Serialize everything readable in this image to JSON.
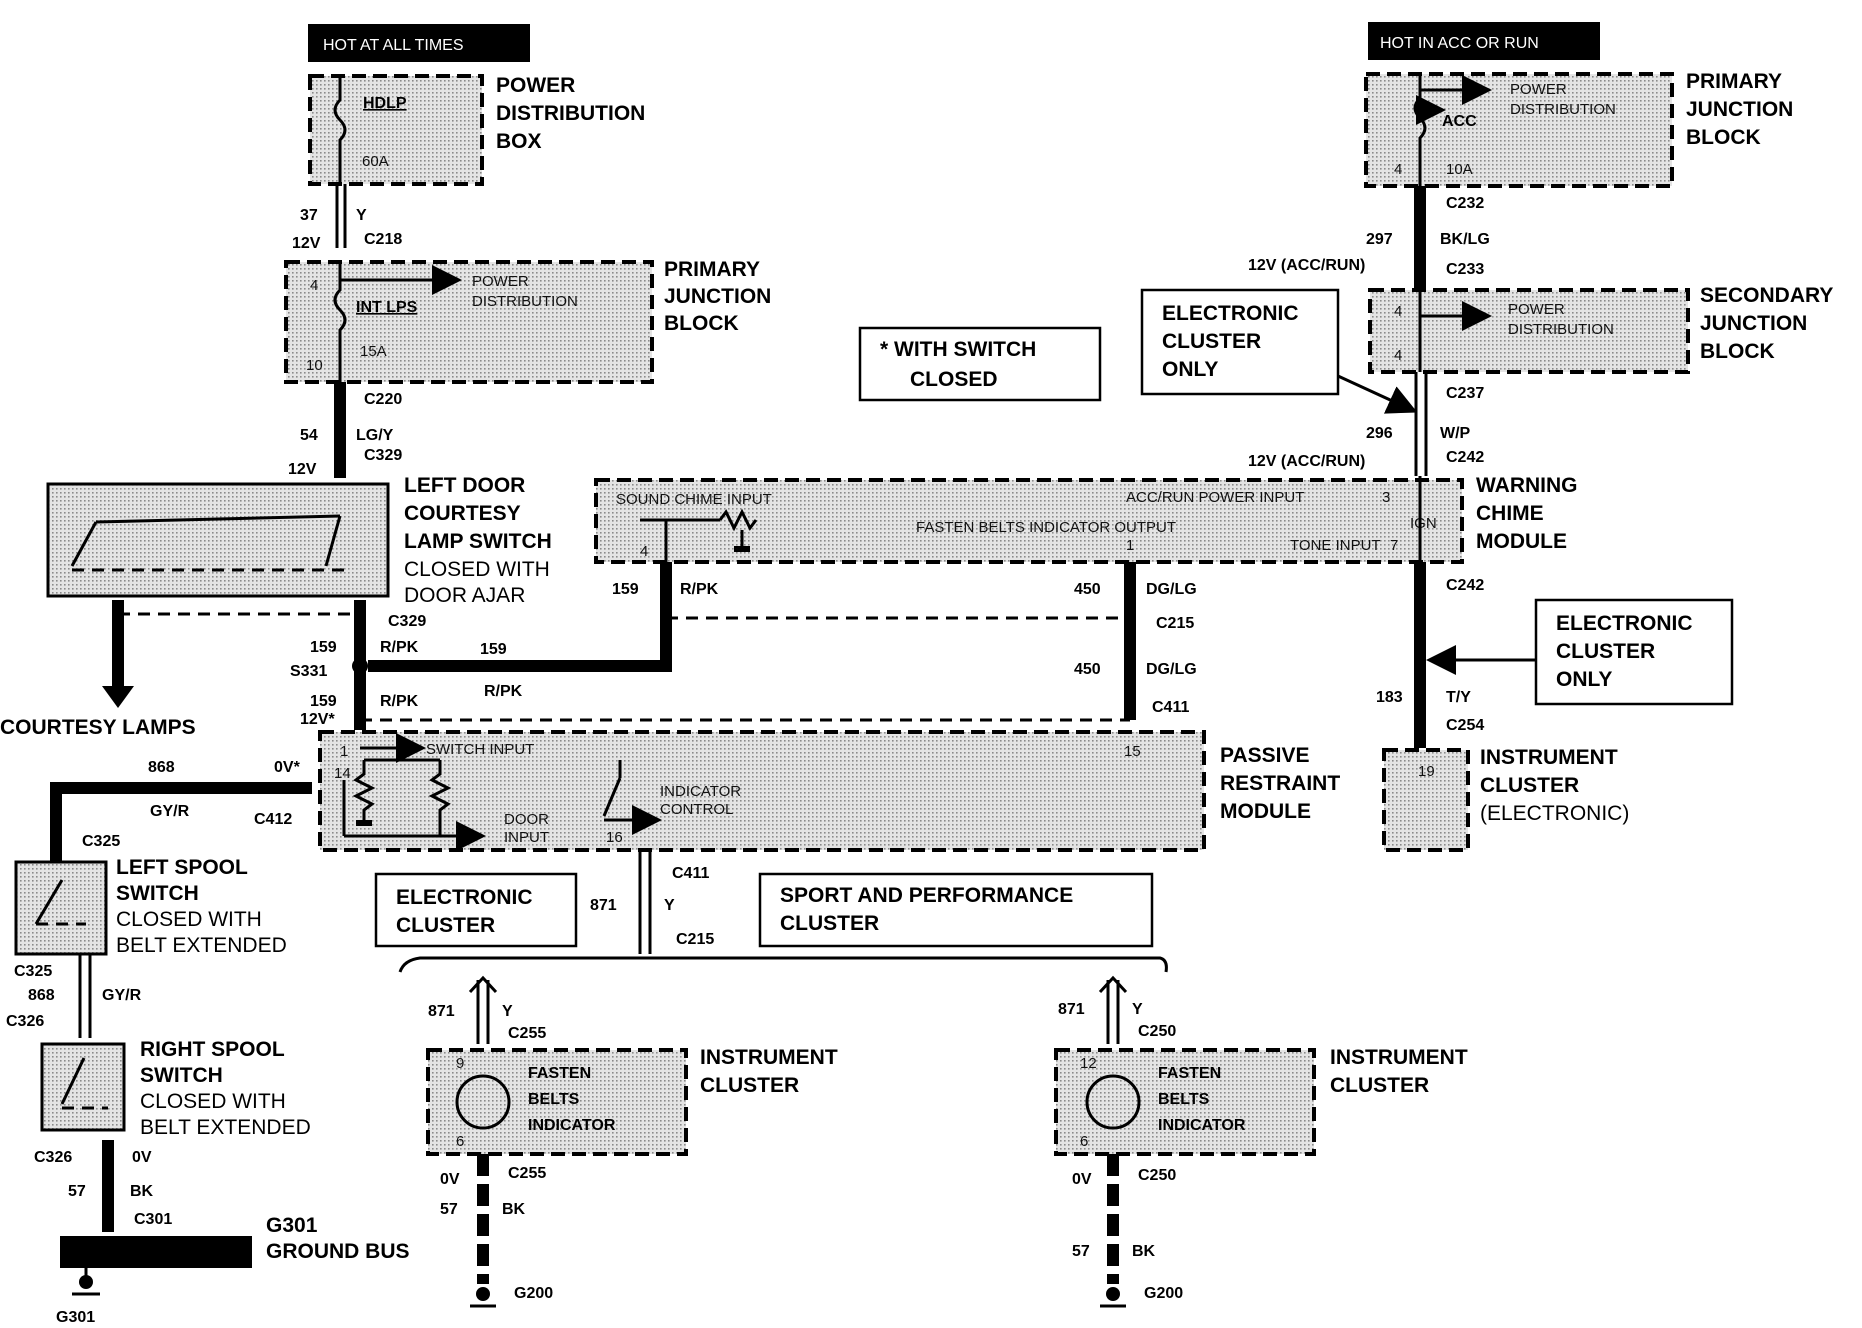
{
  "header_left": "HOT AT ALL TIMES",
  "header_right": "HOT IN ACC OR RUN",
  "pdb": {
    "title": [
      "POWER",
      "DISTRIBUTION",
      "BOX"
    ],
    "fuse": "HDLP",
    "amps": "60A"
  },
  "pjb_left": {
    "title": [
      "PRIMARY",
      "JUNCTION",
      "BLOCK"
    ],
    "fuse": "INT LPS",
    "amps": "15A",
    "pin_top": "4",
    "pin_bottom": "10",
    "note": [
      "POWER",
      "DISTRIBUTION"
    ]
  },
  "pjb_right": {
    "title": [
      "PRIMARY",
      "JUNCTION",
      "BLOCK"
    ],
    "fuse": "ACC",
    "amps": "10A",
    "pin": "4",
    "note": [
      "POWER",
      "DISTRIBUTION"
    ]
  },
  "sjb": {
    "title": [
      "SECONDARY",
      "JUNCTION",
      "BLOCK"
    ],
    "pin_top": "4",
    "pin_bottom": "4",
    "note": [
      "POWER",
      "DISTRIBUTION"
    ]
  },
  "wires_left": {
    "w37": "37",
    "w37c": "Y",
    "v12a": "12V",
    "c218": "C218",
    "c220": "C220",
    "w54": "54",
    "w54c": "LG/Y",
    "v12b": "12V",
    "c329a": "C329",
    "c329b": "C329",
    "w159a": "159",
    "w159ac": "R/PK",
    "s331": "S331",
    "w159b": "159",
    "w159bc": "R/PK",
    "v12star": "12V*",
    "w159h": "159",
    "w159hc": "R/PK"
  },
  "door_switch": {
    "title": [
      "LEFT DOOR",
      "COURTESY",
      "LAMP SWITCH"
    ],
    "desc": [
      "CLOSED WITH",
      "DOOR AJAR"
    ]
  },
  "courtesy_lamps": "COURTESY LAMPS",
  "legend_box": [
    "*  WITH SWITCH",
    "CLOSED"
  ],
  "elec_only_1": [
    "ELECTRONIC",
    "CLUSTER",
    "ONLY"
  ],
  "elec_only_2": [
    "ELECTRONIC",
    "CLUSTER",
    "ONLY"
  ],
  "wires_right": {
    "c232": "C232",
    "w297": "297",
    "w297c": "BK/LG",
    "v12acc1": "12V (ACC/RUN)",
    "c233": "C233",
    "c237": "C237",
    "w296": "296",
    "w296c": "W/P",
    "v12acc2": "12V (ACC/RUN)",
    "c242a": "C242",
    "c242b": "C242",
    "w183": "183",
    "w183c": "T/Y",
    "c254": "C254"
  },
  "chime": {
    "title": [
      "WARNING",
      "CHIME",
      "MODULE"
    ],
    "sound_in": "SOUND CHIME INPUT",
    "acc_in": "ACC/RUN POWER INPUT",
    "pin3": "3",
    "fasten_out": "FASTEN BELTS INDICATOR OUTPUT",
    "ign": "IGN",
    "pin1": "1",
    "pin4": "4",
    "tone_in": "TONE INPUT",
    "pin7": "7"
  },
  "mid_wires": {
    "w159": "159",
    "w159c": "R/PK",
    "w450a": "450",
    "w450ac": "DG/LG",
    "c215a": "C215",
    "w450b": "450",
    "w450bc": "DG/LG",
    "c411a": "C411"
  },
  "prm": {
    "title": [
      "PASSIVE",
      "RESTRAINT",
      "MODULE"
    ],
    "pin1": "1",
    "pin14": "14",
    "pin15": "15",
    "pin16": "16",
    "switch_in": "SWITCH INPUT",
    "door_in": [
      "DOOR",
      "INPUT"
    ],
    "ind_ctrl": [
      "INDICATOR",
      "CONTROL"
    ]
  },
  "ic_elec": {
    "title": [
      "INSTRUMENT",
      "CLUSTER",
      "(ELECTRONIC)"
    ],
    "pin": "19"
  },
  "spool_wires": {
    "w868a": "868",
    "v0star": "0V*",
    "w868ac": "GY/R",
    "c412": "C412",
    "c325a": "C325",
    "c325b": "C325",
    "w868b": "868",
    "w868bc": "GY/R",
    "c326a": "C326",
    "c326b": "C326",
    "v0": "0V",
    "w57": "57",
    "w57c": "BK",
    "c301": "C301"
  },
  "left_spool": {
    "title": [
      "LEFT SPOOL",
      "SWITCH"
    ],
    "desc": [
      "CLOSED WITH",
      "BELT EXTENDED"
    ]
  },
  "right_spool": {
    "title": [
      "RIGHT SPOOL",
      "SWITCH"
    ],
    "desc": [
      "CLOSED WITH",
      "BELT EXTENDED"
    ]
  },
  "ground_bus": {
    "id": "G301",
    "label": "GROUND BUS",
    "bottom": "G301"
  },
  "cluster_boxes": {
    "elec": [
      "ELECTRONIC",
      "CLUSTER"
    ],
    "sport": [
      "SPORT AND PERFORMANCE",
      "CLUSTER"
    ]
  },
  "center_wires": {
    "c411": "C411",
    "w871": "871",
    "w871c": "Y",
    "c215": "C215"
  },
  "cluster_a": {
    "w871": "871",
    "w871c": "Y",
    "conn": "C255",
    "pin_top": "9",
    "pin_bot": "6",
    "ind": [
      "FASTEN",
      "BELTS",
      "INDICATOR"
    ],
    "title": [
      "INSTRUMENT",
      "CLUSTER"
    ],
    "v0": "0V",
    "conn2": "C255",
    "w57": "57",
    "w57c": "BK",
    "gnd": "G200"
  },
  "cluster_b": {
    "w871": "871",
    "w871c": "Y",
    "conn": "C250",
    "pin_top": "12",
    "pin_bot": "6",
    "ind": [
      "FASTEN",
      "BELTS",
      "INDICATOR"
    ],
    "title": [
      "INSTRUMENT",
      "CLUSTER"
    ],
    "v0": "0V",
    "conn2": "C250",
    "w57": "57",
    "w57c": "BK",
    "gnd": "G200"
  }
}
